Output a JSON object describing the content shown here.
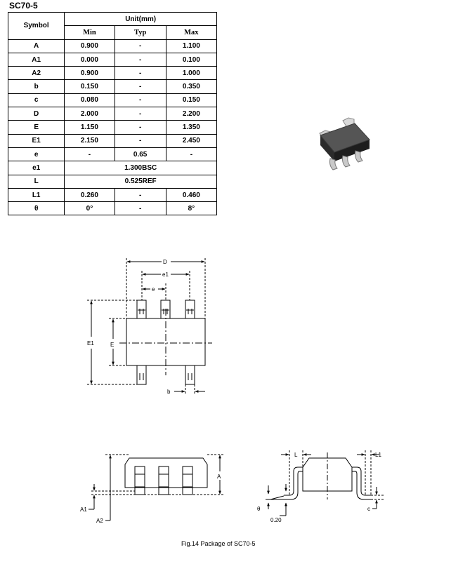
{
  "title": "SC70-5",
  "table": {
    "symbol_header": "Symbol",
    "unit_header": "Unit(mm)",
    "sub_headers": [
      "Min",
      "Typ",
      "Max"
    ],
    "rows": [
      {
        "symbol": "A",
        "min": "0.900",
        "typ": "-",
        "max": "1.100"
      },
      {
        "symbol": "A1",
        "min": "0.000",
        "typ": "-",
        "max": "0.100"
      },
      {
        "symbol": "A2",
        "min": "0.900",
        "typ": "-",
        "max": "1.000"
      },
      {
        "symbol": "b",
        "min": "0.150",
        "typ": "-",
        "max": "0.350"
      },
      {
        "symbol": "c",
        "min": "0.080",
        "typ": "-",
        "max": "0.150"
      },
      {
        "symbol": "D",
        "min": "2.000",
        "typ": "-",
        "max": "2.200"
      },
      {
        "symbol": "E",
        "min": "1.150",
        "typ": "-",
        "max": "1.350"
      },
      {
        "symbol": "E1",
        "min": "2.150",
        "typ": "-",
        "max": "2.450"
      },
      {
        "symbol": "e",
        "min": "-",
        "typ": "0.65",
        "max": "-"
      },
      {
        "symbol": "e1",
        "span": "1.300BSC"
      },
      {
        "symbol": "L",
        "span": "0.525REF"
      },
      {
        "symbol": "L1",
        "min": "0.260",
        "typ": "-",
        "max": "0.460"
      },
      {
        "symbol": "θ",
        "min": "0°",
        "typ": "-",
        "max": "8°"
      }
    ]
  },
  "top_view_labels": {
    "d": "D",
    "e1": "e1",
    "e": "e",
    "big_e1": "E1",
    "big_e": "E",
    "b": "b"
  },
  "side_view_labels": {
    "a": "A",
    "a1": "A1",
    "a2": "A2"
  },
  "end_view_labels": {
    "l": "L",
    "l1": "L1",
    "theta": "θ",
    "gauge": "0.20",
    "c": "c"
  },
  "caption": "Fig.14 Package of SC70-5"
}
